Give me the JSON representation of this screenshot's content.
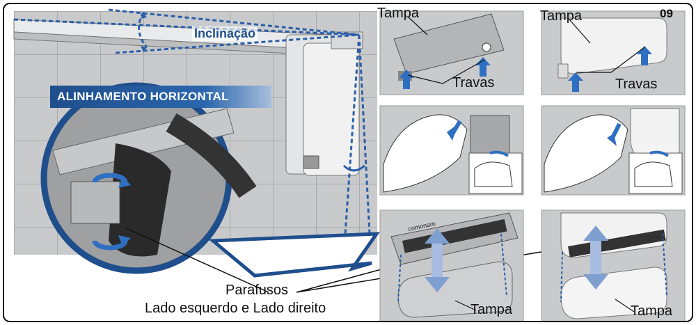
{
  "step_number": "09",
  "left_scene": {
    "inclination_label": "Inclinação",
    "horizontal_alignment_banner": "ALINHAMENTO HORIZONTAL",
    "screws_label": "Parafusos",
    "sides_label": "Lado esquerdo e Lado direito"
  },
  "steps": {
    "top_left": {
      "cover_label": "Tampa",
      "latches_label": "Travas"
    },
    "top_right": {
      "cover_label": "Tampa",
      "latches_label": "Travas"
    },
    "bottom_left": {
      "cover_label": "Tampa"
    },
    "bottom_right": {
      "cover_label": "Tampa"
    }
  },
  "brand_mark": "comonaro",
  "colors": {
    "accent_blue": "#1f4e8c",
    "arrow_blue": "#2f6fc1",
    "tile_gray": "#c9cacc",
    "outline": "#111111"
  }
}
